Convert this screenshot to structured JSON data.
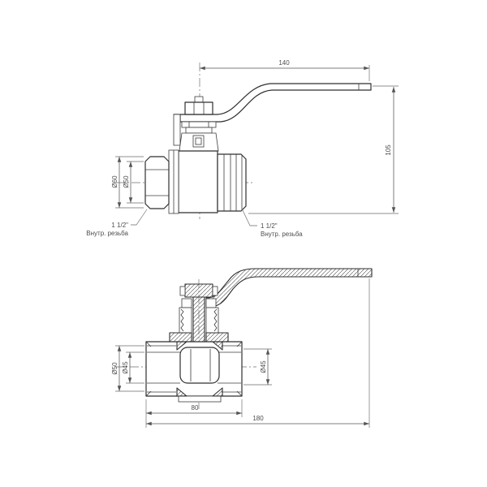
{
  "colors": {
    "background": "#ffffff",
    "line": "#2f2f2f",
    "dimension": "#555555",
    "text": "#4d4d4d"
  },
  "top_view": {
    "dim_140": "140",
    "dim_105": "105",
    "dim_d60": "Ø60",
    "dim_d50": "Ø50",
    "thread_left": {
      "size": "1 1/2\"",
      "note": "Внутр. резьба"
    },
    "thread_right": {
      "size": "1 1/2\"",
      "note": "Внутр. резьба"
    }
  },
  "section_view": {
    "dim_d50": "Ø50",
    "dim_d45_left": "Ø45",
    "dim_d45_right": "Ø45",
    "dim_80": "80",
    "dim_180": "180"
  }
}
